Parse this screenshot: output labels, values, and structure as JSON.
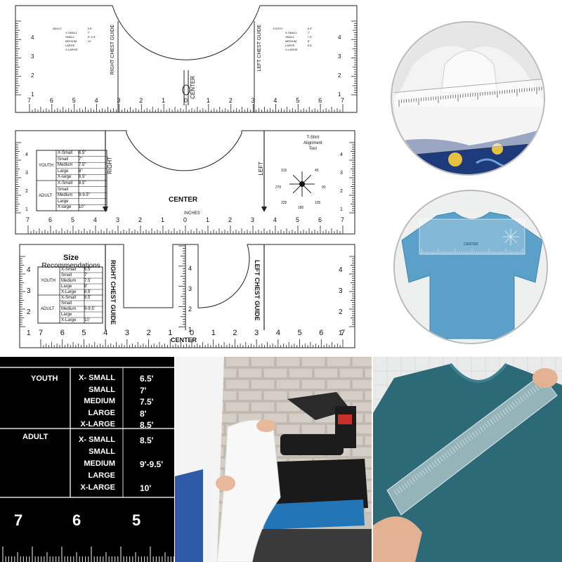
{
  "ruler1": {
    "center": "CENTER",
    "right_chest": "RIGHT CHEST GUIDE",
    "left_chest": "LEFT CHEST GUIDE",
    "size_col_left": [
      "ADULT",
      "X-SMALL",
      "SMALL",
      "MEDIUM",
      "LARGE",
      "X-LARGE"
    ],
    "size_col_right": [
      "YOUTH",
      "X-SMALL",
      "SMALL",
      "MEDIUM",
      "LARGE",
      "X-LARGE"
    ],
    "size_val_left": [
      "6.5\"",
      "7\"",
      "9\"-9.5\"",
      "",
      "10\""
    ],
    "size_val_right": [
      "6.5\"",
      "7\"",
      "7.5\"",
      "8\"",
      "8.5\""
    ],
    "bottom_numbers": [
      "7",
      "6",
      "5",
      "4",
      "3",
      "2",
      "1",
      "0",
      "1",
      "2",
      "3",
      "4",
      "5",
      "6",
      "7"
    ],
    "side_numbers": [
      "4",
      "3",
      "2",
      "1"
    ]
  },
  "ruler2": {
    "right": "RIGHT",
    "left": "LEFT",
    "center": "CENTER",
    "inches": "INCHES",
    "tool_title": [
      "T-Shirt",
      "Alignment",
      "Tool"
    ],
    "angles": [
      "315",
      "45",
      "270",
      "90",
      "225",
      "135",
      "180"
    ],
    "youth_label": "YOUTH",
    "adult_label": "ADULT",
    "youth_sizes": [
      [
        "X-Small",
        "6.5\""
      ],
      [
        "Small",
        "7\""
      ],
      [
        "Medium",
        "7.5\""
      ],
      [
        "Large",
        "8\""
      ],
      [
        "X-large",
        "8.5\""
      ]
    ],
    "adult_sizes": [
      [
        "X-Small",
        "8.5\""
      ],
      [
        "Small",
        ""
      ],
      [
        "Medium",
        "9-9.5\""
      ],
      [
        "Large",
        ""
      ],
      [
        "X-large",
        "10\""
      ]
    ],
    "bottom_numbers": [
      "7",
      "6",
      "5",
      "4",
      "3",
      "2",
      "1",
      "0",
      "1",
      "2",
      "3",
      "4",
      "5",
      "6",
      "7"
    ],
    "side_numbers": [
      "4",
      "3",
      "2",
      "1"
    ]
  },
  "ruler3": {
    "title": "Size",
    "subtitle": "Recommendations",
    "youth_label": "YOUTH",
    "adult_label": "ADULT",
    "youth_sizes": [
      [
        "X-Small",
        "6.5'"
      ],
      [
        "Small",
        "7'"
      ],
      [
        "Medium",
        "7.5'"
      ],
      [
        "Large",
        "8'"
      ],
      [
        "X-Large",
        "8.5'"
      ]
    ],
    "adult_sizes": [
      [
        "X-Small",
        "8.5'"
      ],
      [
        "Small",
        ""
      ],
      [
        "Medium",
        "9-9.5'"
      ],
      [
        "Large",
        ""
      ],
      [
        "X-Large",
        "10'"
      ]
    ],
    "right_chest": "RIGHT CHEST GUIDE",
    "left_chest": "LEFT CHEST GUIDE",
    "center": "CENTER",
    "bottom_numbers": [
      "7",
      "6",
      "5",
      "4",
      "3",
      "2",
      "1",
      "0",
      "1",
      "2",
      "3",
      "4",
      "5",
      "6",
      "7"
    ],
    "side_numbers": [
      "4",
      "3",
      "2",
      "1"
    ],
    "center_numbers": [
      "4",
      "3",
      "2",
      "1"
    ]
  },
  "closeup": {
    "youth_label": "YOUTH",
    "adult_label": "ADULT",
    "youth_sizes": [
      [
        "X- SMALL",
        "6.5'"
      ],
      [
        "SMALL",
        "7'"
      ],
      [
        "MEDIUM",
        "7.5'"
      ],
      [
        "LARGE",
        "8'"
      ],
      [
        "X-LARGE",
        "8.5'"
      ]
    ],
    "adult_sizes": [
      [
        "X- SMALL",
        "8.5'"
      ],
      [
        "SMALL",
        ""
      ],
      [
        "MEDIUM",
        "9'-9.5'"
      ],
      [
        "LARGE",
        ""
      ],
      [
        "X-LARGE",
        "10'"
      ]
    ],
    "ruler_numbers": [
      "7",
      "6",
      "5"
    ]
  },
  "photo_blue_shirt": {
    "center": "CENTER"
  },
  "colors": {
    "ruler_line": "#222222",
    "closeup_bg": "#000000",
    "blue_shirt": "#5aa0c8",
    "teal_shirt": "#2c6a78",
    "brick": "#bdb4a8",
    "press_body": "#1c1c1c"
  }
}
